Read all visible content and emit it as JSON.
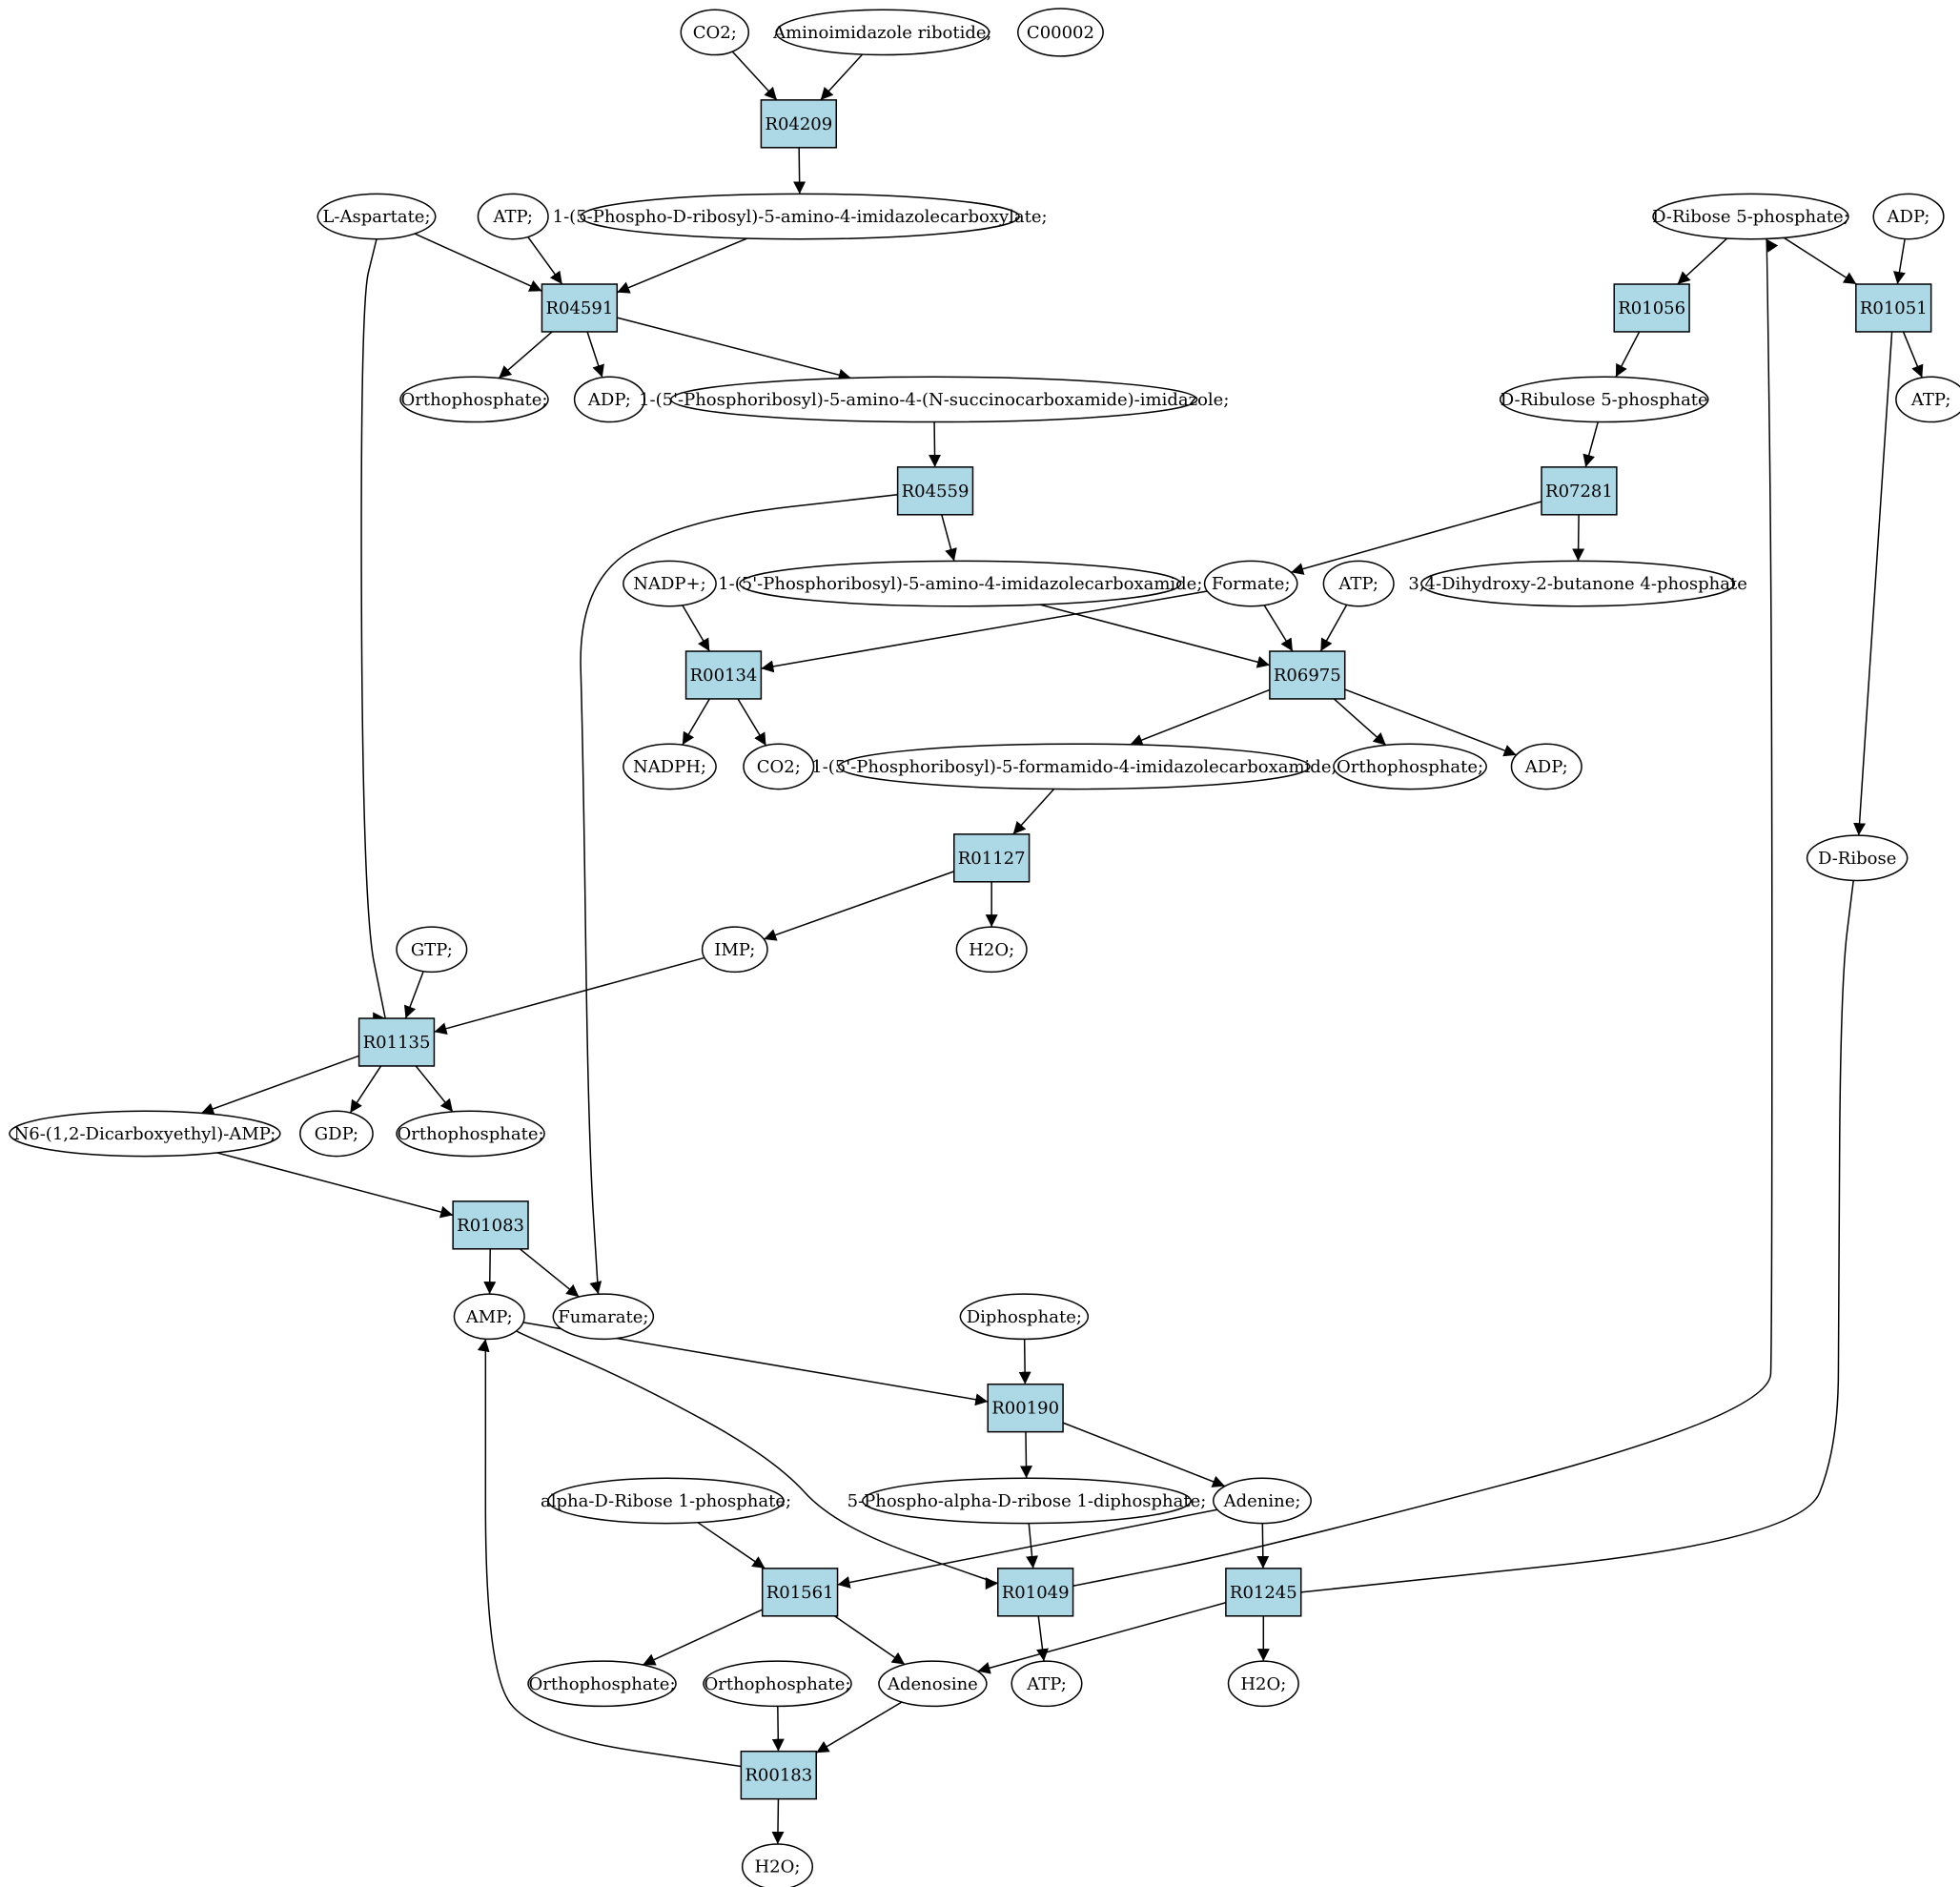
{
  "graph": {
    "title": "Purine metabolism reaction graph",
    "colors": {
      "reaction_fill": "#add8e6",
      "metabolite_fill": "#ffffff",
      "highlight_source": "#00e600",
      "highlight_compound": "#ffff00",
      "stroke": "#000000"
    },
    "nodes": [
      {
        "id": "m_co2_top",
        "label": "CO2;",
        "kind": "metabolite"
      },
      {
        "id": "m_air",
        "label": "Aminoimidazole ribotide;",
        "kind": "metabolite"
      },
      {
        "id": "m_c00002",
        "label": "C00002",
        "kind": "metabolite",
        "color": "#ffff00"
      },
      {
        "id": "r_r04209",
        "label": "R04209",
        "kind": "reaction"
      },
      {
        "id": "m_cair",
        "label": "1-(5-Phospho-D-ribosyl)-5-amino-4-imidazolecarboxylate;",
        "kind": "metabolite"
      },
      {
        "id": "m_asp",
        "label": "L-Aspartate;",
        "kind": "metabolite"
      },
      {
        "id": "m_atp1",
        "label": "ATP;",
        "kind": "metabolite"
      },
      {
        "id": "m_r5p",
        "label": "D-Ribose 5-phosphate;",
        "kind": "metabolite",
        "color": "#00e600"
      },
      {
        "id": "m_adp_top",
        "label": "ADP;",
        "kind": "metabolite"
      },
      {
        "id": "r_r04591",
        "label": "R04591",
        "kind": "reaction"
      },
      {
        "id": "r_r01056",
        "label": "R01056",
        "kind": "reaction"
      },
      {
        "id": "r_r01051",
        "label": "R01051",
        "kind": "reaction"
      },
      {
        "id": "m_pi1",
        "label": "Orthophosphate;",
        "kind": "metabolite"
      },
      {
        "id": "m_adp1",
        "label": "ADP;",
        "kind": "metabolite"
      },
      {
        "id": "m_saicar",
        "label": "1-(5'-Phosphoribosyl)-5-amino-4-(N-succinocarboxamide)-imidazole;",
        "kind": "metabolite"
      },
      {
        "id": "m_ru5p",
        "label": "D-Ribulose 5-phosphate",
        "kind": "metabolite"
      },
      {
        "id": "m_atp_r",
        "label": "ATP;",
        "kind": "metabolite"
      },
      {
        "id": "r_r04559",
        "label": "R04559",
        "kind": "reaction"
      },
      {
        "id": "r_r07281",
        "label": "R07281",
        "kind": "reaction"
      },
      {
        "id": "m_nadp",
        "label": "NADP+;",
        "kind": "metabolite"
      },
      {
        "id": "m_aicar",
        "label": "1-(5'-Phosphoribosyl)-5-amino-4-imidazolecarboxamide;",
        "kind": "metabolite"
      },
      {
        "id": "m_formate",
        "label": "Formate;",
        "kind": "metabolite"
      },
      {
        "id": "m_atp2",
        "label": "ATP;",
        "kind": "metabolite"
      },
      {
        "id": "m_dhbp",
        "label": "3,4-Dihydroxy-2-butanone 4-phosphate",
        "kind": "metabolite"
      },
      {
        "id": "r_r00134",
        "label": "R00134",
        "kind": "reaction"
      },
      {
        "id": "r_r06975",
        "label": "R06975",
        "kind": "reaction"
      },
      {
        "id": "m_nadph",
        "label": "NADPH;",
        "kind": "metabolite"
      },
      {
        "id": "m_co2_2",
        "label": "CO2;",
        "kind": "metabolite"
      },
      {
        "id": "m_faicar",
        "label": "1-(5'-Phosphoribosyl)-5-formamido-4-imidazolecarboxamide;",
        "kind": "metabolite"
      },
      {
        "id": "m_pi2",
        "label": "Orthophosphate;",
        "kind": "metabolite"
      },
      {
        "id": "m_adp2",
        "label": "ADP;",
        "kind": "metabolite"
      },
      {
        "id": "r_r01127",
        "label": "R01127",
        "kind": "reaction"
      },
      {
        "id": "m_dribose",
        "label": "D-Ribose",
        "kind": "metabolite"
      },
      {
        "id": "m_gtp",
        "label": "GTP;",
        "kind": "metabolite"
      },
      {
        "id": "m_imp",
        "label": "IMP;",
        "kind": "metabolite"
      },
      {
        "id": "m_h2o1",
        "label": "H2O;",
        "kind": "metabolite"
      },
      {
        "id": "r_r01135",
        "label": "R01135",
        "kind": "reaction"
      },
      {
        "id": "m_n6amp",
        "label": "N6-(1,2-Dicarboxyethyl)-AMP;",
        "kind": "metabolite"
      },
      {
        "id": "m_gdp",
        "label": "GDP;",
        "kind": "metabolite"
      },
      {
        "id": "m_pi3",
        "label": "Orthophosphate;",
        "kind": "metabolite"
      },
      {
        "id": "r_r01083",
        "label": "R01083",
        "kind": "reaction"
      },
      {
        "id": "m_amp",
        "label": "AMP;",
        "kind": "metabolite"
      },
      {
        "id": "m_fumarate",
        "label": "Fumarate;",
        "kind": "metabolite"
      },
      {
        "id": "m_ppi",
        "label": "Diphosphate;",
        "kind": "metabolite"
      },
      {
        "id": "r_r00190",
        "label": "R00190",
        "kind": "reaction"
      },
      {
        "id": "m_ar1p",
        "label": "alpha-D-Ribose 1-phosphate;",
        "kind": "metabolite"
      },
      {
        "id": "m_prpp",
        "label": "5-Phospho-alpha-D-ribose 1-diphosphate;",
        "kind": "metabolite"
      },
      {
        "id": "m_adenine",
        "label": "Adenine;",
        "kind": "metabolite"
      },
      {
        "id": "r_r01561",
        "label": "R01561",
        "kind": "reaction"
      },
      {
        "id": "r_r01049",
        "label": "R01049",
        "kind": "reaction"
      },
      {
        "id": "r_r01245",
        "label": "R01245",
        "kind": "reaction"
      },
      {
        "id": "m_pi4",
        "label": "Orthophosphate;",
        "kind": "metabolite"
      },
      {
        "id": "m_pi5",
        "label": "Orthophosphate;",
        "kind": "metabolite"
      },
      {
        "id": "m_adenosine",
        "label": "Adenosine",
        "kind": "metabolite"
      },
      {
        "id": "m_atp3",
        "label": "ATP;",
        "kind": "metabolite"
      },
      {
        "id": "m_h2o2",
        "label": "H2O;",
        "kind": "metabolite"
      },
      {
        "id": "r_r00183",
        "label": "R00183",
        "kind": "reaction"
      },
      {
        "id": "m_h2o3",
        "label": "H2O;",
        "kind": "metabolite"
      }
    ],
    "edges": [
      {
        "from": "m_co2_top",
        "to": "r_r04209"
      },
      {
        "from": "m_air",
        "to": "r_r04209"
      },
      {
        "from": "r_r04209",
        "to": "m_cair"
      },
      {
        "from": "m_asp",
        "to": "r_r04591"
      },
      {
        "from": "m_atp1",
        "to": "r_r04591"
      },
      {
        "from": "m_cair",
        "to": "r_r04591"
      },
      {
        "from": "r_r04591",
        "to": "m_pi1"
      },
      {
        "from": "r_r04591",
        "to": "m_adp1"
      },
      {
        "from": "r_r04591",
        "to": "m_saicar"
      },
      {
        "from": "m_saicar",
        "to": "r_r04559"
      },
      {
        "from": "r_r04559",
        "to": "m_aicar"
      },
      {
        "from": "r_r04559",
        "to": "m_fumarate"
      },
      {
        "from": "m_r5p",
        "to": "r_r01056"
      },
      {
        "from": "m_r5p",
        "to": "r_r01051"
      },
      {
        "from": "m_adp_top",
        "to": "r_r01051"
      },
      {
        "from": "r_r01051",
        "to": "m_atp_r"
      },
      {
        "from": "r_r01051",
        "to": "m_dribose"
      },
      {
        "from": "r_r01056",
        "to": "m_ru5p"
      },
      {
        "from": "m_ru5p",
        "to": "r_r07281"
      },
      {
        "from": "r_r07281",
        "to": "m_formate"
      },
      {
        "from": "r_r07281",
        "to": "m_dhbp"
      },
      {
        "from": "m_nadp",
        "to": "r_r00134"
      },
      {
        "from": "m_formate",
        "to": "r_r00134"
      },
      {
        "from": "r_r00134",
        "to": "m_nadph"
      },
      {
        "from": "r_r00134",
        "to": "m_co2_2"
      },
      {
        "from": "m_aicar",
        "to": "r_r06975"
      },
      {
        "from": "m_formate",
        "to": "r_r06975"
      },
      {
        "from": "m_atp2",
        "to": "r_r06975"
      },
      {
        "from": "r_r06975",
        "to": "m_faicar"
      },
      {
        "from": "r_r06975",
        "to": "m_pi2"
      },
      {
        "from": "r_r06975",
        "to": "m_adp2"
      },
      {
        "from": "m_faicar",
        "to": "r_r01127"
      },
      {
        "from": "r_r01127",
        "to": "m_imp"
      },
      {
        "from": "r_r01127",
        "to": "m_h2o1"
      },
      {
        "from": "m_asp",
        "to": "r_r01135"
      },
      {
        "from": "m_gtp",
        "to": "r_r01135"
      },
      {
        "from": "m_imp",
        "to": "r_r01135"
      },
      {
        "from": "r_r01135",
        "to": "m_n6amp"
      },
      {
        "from": "r_r01135",
        "to": "m_gdp"
      },
      {
        "from": "r_r01135",
        "to": "m_pi3"
      },
      {
        "from": "m_n6amp",
        "to": "r_r01083"
      },
      {
        "from": "r_r01083",
        "to": "m_amp"
      },
      {
        "from": "r_r01083",
        "to": "m_fumarate"
      },
      {
        "from": "m_amp",
        "to": "r_r00190"
      },
      {
        "from": "m_ppi",
        "to": "r_r00190"
      },
      {
        "from": "r_r00190",
        "to": "m_prpp"
      },
      {
        "from": "r_r00190",
        "to": "m_adenine"
      },
      {
        "from": "m_amp",
        "to": "r_r01049"
      },
      {
        "from": "m_prpp",
        "to": "r_r01049"
      },
      {
        "from": "r_r01049",
        "to": "m_atp3"
      },
      {
        "from": "r_r01049",
        "to": "m_r5p"
      },
      {
        "from": "m_ar1p",
        "to": "r_r01561"
      },
      {
        "from": "m_adenine",
        "to": "r_r01561"
      },
      {
        "from": "r_r01561",
        "to": "m_pi4"
      },
      {
        "from": "r_r01561",
        "to": "m_adenosine"
      },
      {
        "from": "m_adenine",
        "to": "r_r01245"
      },
      {
        "from": "m_dribose",
        "to": "r_r01245"
      },
      {
        "from": "r_r01245",
        "to": "m_adenosine"
      },
      {
        "from": "r_r01245",
        "to": "m_h2o2"
      },
      {
        "from": "m_pi5",
        "to": "r_r00183"
      },
      {
        "from": "m_adenosine",
        "to": "r_r00183"
      },
      {
        "from": "r_r00183",
        "to": "m_h2o3"
      },
      {
        "from": "r_r00183",
        "to": "m_amp"
      }
    ]
  }
}
